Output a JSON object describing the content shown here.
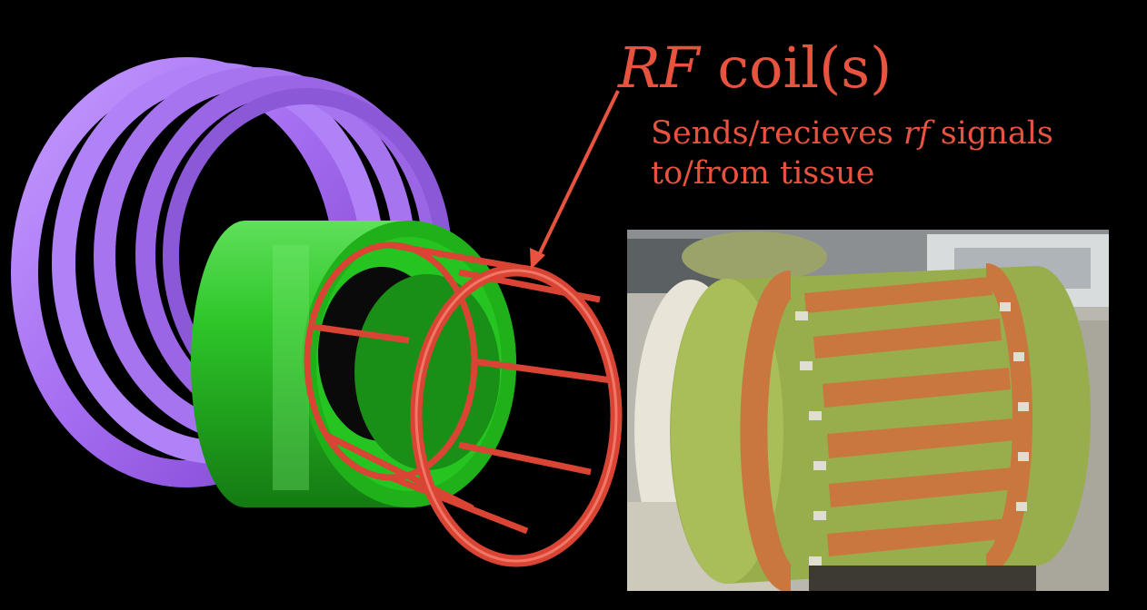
{
  "colors": {
    "background": "#000000",
    "annotation": "#e8533f",
    "magnet_purple": "#a86df2",
    "gradient_green": "#23c11e",
    "coil_red": "#d94434",
    "copper": "#c9773e",
    "fiberglass": "#98ad4c"
  },
  "title": {
    "italic_part": "RF",
    "plain_part": " coil(s)"
  },
  "caption": {
    "line1_before": "Sends/recieves ",
    "line1_italic": "rf",
    "line1_after": " signals",
    "line2": "to/from tissue"
  },
  "illustration": {
    "components": [
      "magnet-rings",
      "gradient-cylinder",
      "rf-birdcage-coil"
    ],
    "photo": "birdcage-coil-photo"
  }
}
